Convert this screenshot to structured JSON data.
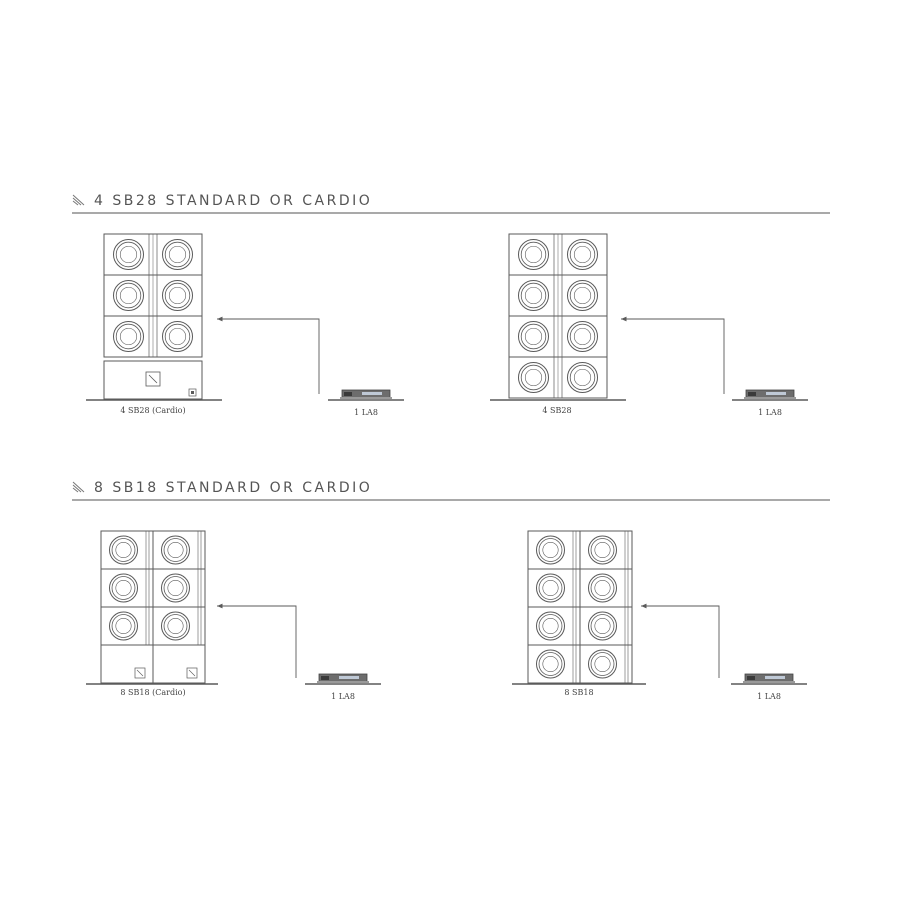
{
  "sections": [
    {
      "title": "4 SB28 STANDARD OR CARDIO",
      "configs": [
        {
          "speaker_label": "4 SB28 (Cardio)",
          "amp_label": "1 LA8"
        },
        {
          "speaker_label": "4 SB28",
          "amp_label": "1 LA8"
        }
      ]
    },
    {
      "title": "8 SB18 STANDARD OR CARDIO",
      "configs": [
        {
          "speaker_label": "8 SB18 (Cardio)",
          "amp_label": "1 LA8"
        },
        {
          "speaker_label": "8 SB18",
          "amp_label": "1 LA8"
        }
      ]
    }
  ],
  "icons": {
    "section_mark": "diagonal-lines-icon",
    "speaker": "subwoofer-cabinet-icon",
    "amplifier": "amplifier-rack-icon",
    "signal": "signal-arrow-icon"
  },
  "colors": {
    "line": "#5a5a5a",
    "rule": "#a9a9a9",
    "text": "#555555"
  }
}
